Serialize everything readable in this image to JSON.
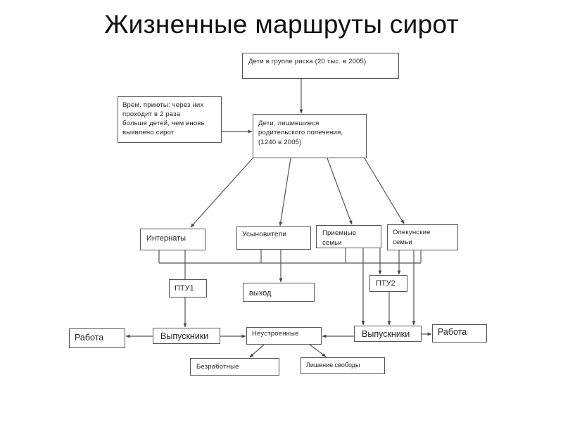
{
  "title": "Жизненные маршруты сирот",
  "nodes": {
    "risk_group": {
      "text": "Дети в группе риска  (20 тыс. в 2005)"
    },
    "temporary_shelters": {
      "lines": [
        "Врем. приюты: через них",
        "проходит в 2 раза",
        "больше детей, чем вновь",
        "выявлено сирот"
      ]
    },
    "deprived_of_care": {
      "lines": [
        "Дети, лишившиеся",
        "родительского попечения,",
        "(1240 в 2005)"
      ]
    },
    "boarding_schools": {
      "text": "Интернаты"
    },
    "adoptive_parents": {
      "text": "Усыновители"
    },
    "foster_families": {
      "lines": [
        "Приемные",
        "семьи"
      ]
    },
    "guardian_families": {
      "lines": [
        "Опекунские",
        "семьи"
      ]
    },
    "vocational_school_1": {
      "text": "ПТУ1"
    },
    "exit": {
      "text": "выход"
    },
    "vocational_school_2": {
      "text": "ПТУ2"
    },
    "graduates_left": {
      "text": "Выпускники"
    },
    "work_left": {
      "text": "Работа"
    },
    "unsettled": {
      "text": "Неустроенные"
    },
    "graduates_right": {
      "text": "Выпускники"
    },
    "work_right": {
      "text": "Работа"
    },
    "unemployed": {
      "text": "Безработные"
    },
    "imprisonment": {
      "text": "Лишение свободы"
    }
  },
  "edges": [
    {
      "from": "risk_group",
      "to": "deprived_of_care"
    },
    {
      "from": "temporary_shelters",
      "to": "deprived_of_care"
    },
    {
      "from": "deprived_of_care",
      "to": "boarding_schools"
    },
    {
      "from": "deprived_of_care",
      "to": "adoptive_parents"
    },
    {
      "from": "deprived_of_care",
      "to": "foster_families"
    },
    {
      "from": "deprived_of_care",
      "to": "guardian_families"
    },
    {
      "from": "boarding_schools",
      "to": "vocational_school_1"
    },
    {
      "from": "adoptive_parents",
      "to": "exit"
    },
    {
      "from": "foster_families",
      "to": "vocational_school_2"
    },
    {
      "from": "foster_families",
      "to": "graduates_right"
    },
    {
      "from": "guardian_families",
      "to": "vocational_school_2"
    },
    {
      "from": "guardian_families",
      "to": "graduates_right"
    },
    {
      "from": "vocational_school_1",
      "to": "graduates_left"
    },
    {
      "from": "vocational_school_2",
      "to": "graduates_right"
    },
    {
      "from": "graduates_left",
      "to": "work_left"
    },
    {
      "from": "graduates_left",
      "to": "unsettled"
    },
    {
      "from": "graduates_right",
      "to": "unsettled"
    },
    {
      "from": "graduates_right",
      "to": "work_right"
    },
    {
      "from": "unsettled",
      "to": "unemployed"
    },
    {
      "from": "unsettled",
      "to": "imprisonment"
    }
  ],
  "colors": {
    "line": "#555555",
    "text": "#222222",
    "background": "#ffffff"
  }
}
